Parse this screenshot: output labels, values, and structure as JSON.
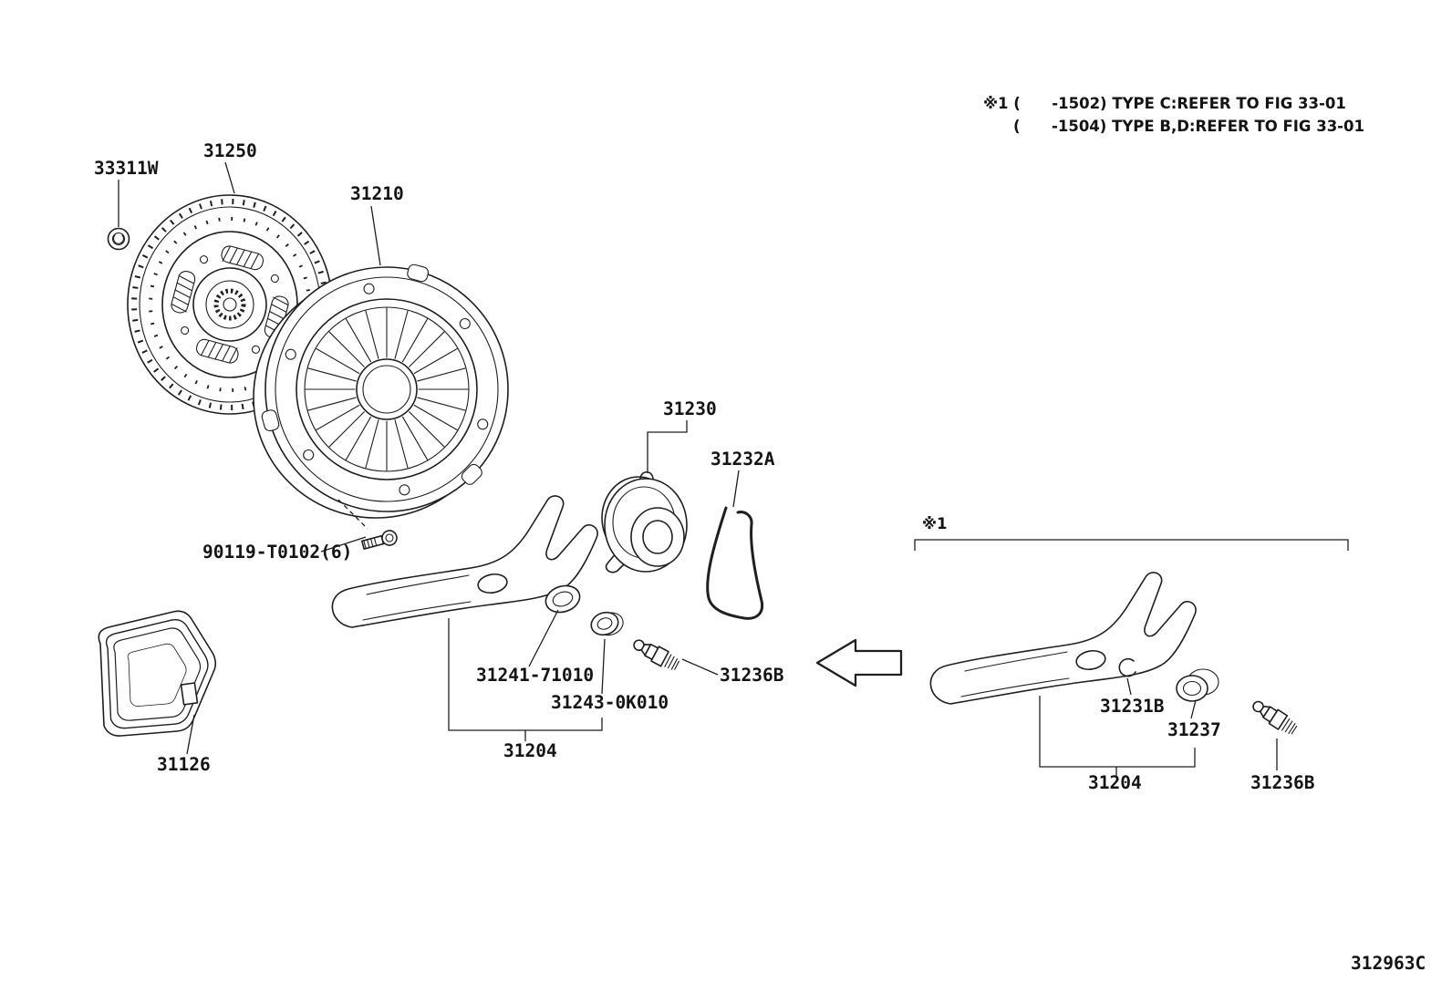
{
  "diagram": {
    "id_code": "312963C",
    "background": "#ffffff",
    "line_color": "#1f1f1f"
  },
  "notes": {
    "ref_line1": "※1 (      -1502) TYPE C:REFER TO FIG 33-01",
    "ref_line2": "(      -1504) TYPE B,D:REFER TO FIG 33-01",
    "assembly_marker": "※1"
  },
  "parts": {
    "pilot_bushing": "33311W",
    "clutch_disc": "31250",
    "clutch_cover": "31210",
    "release_bearing": "31230",
    "bearing_clip": "31232A",
    "bolt": "90119-T0102(6)",
    "fork_seal": "31241-71010",
    "fork_bushing": "31243-0K010",
    "pivot_left": "31236B",
    "fork_assy_left": "31204",
    "housing_cover": "31126",
    "ring_clip_right": "31231B",
    "bushing_right": "31237",
    "fork_assy_right": "31204",
    "pivot_right": "31236B"
  }
}
